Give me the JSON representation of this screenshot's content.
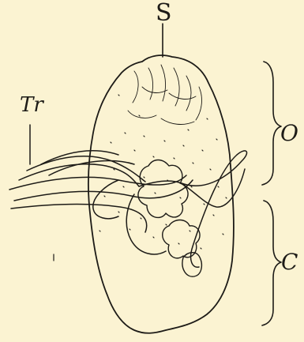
{
  "figure": {
    "background_color": "#fbf3d2",
    "ink_color": "#1d1b17",
    "labels": {
      "s": "S",
      "tr": "Tr",
      "o": "O",
      "c": "C"
    }
  }
}
